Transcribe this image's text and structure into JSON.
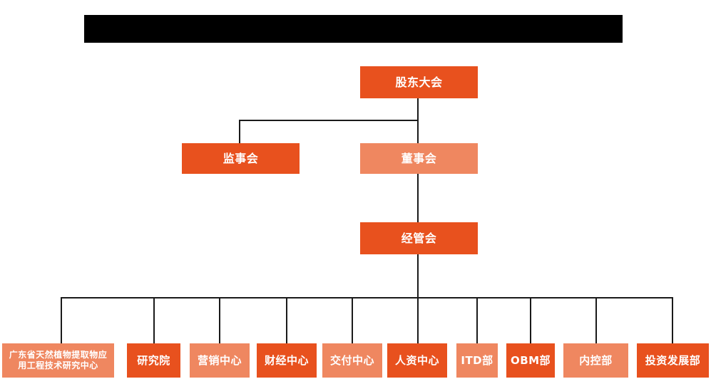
{
  "diagram": {
    "title_bar": {
      "name": "redacted-title-bar",
      "text": ""
    },
    "colors": {
      "accent_dark": "#E8511E",
      "accent_light": "#EF8760",
      "connector": "#1a1a1a",
      "background": "#FFFFFF",
      "text": "#FFFFFF"
    },
    "nodes": {
      "shareholders_meeting": "股东大会",
      "board_of_supervisors": "监事会",
      "board_of_directors": "董事会",
      "management_committee": "经管会",
      "departments": [
        {
          "label_line1": "广东省天然植物提取物应",
          "label_line2": "用工程技术研究中心"
        },
        {
          "label_line1": "研究院",
          "label_line2": ""
        },
        {
          "label_line1": "营销中心",
          "label_line2": ""
        },
        {
          "label_line1": "财经中心",
          "label_line2": ""
        },
        {
          "label_line1": "交付中心",
          "label_line2": ""
        },
        {
          "label_line1": "人资中心",
          "label_line2": ""
        },
        {
          "label_line1": "ITD部",
          "label_line2": ""
        },
        {
          "label_line1": "OBM部",
          "label_line2": ""
        },
        {
          "label_line1": "内控部",
          "label_line2": ""
        },
        {
          "label_line1": "投资发展部",
          "label_line2": ""
        }
      ]
    }
  }
}
